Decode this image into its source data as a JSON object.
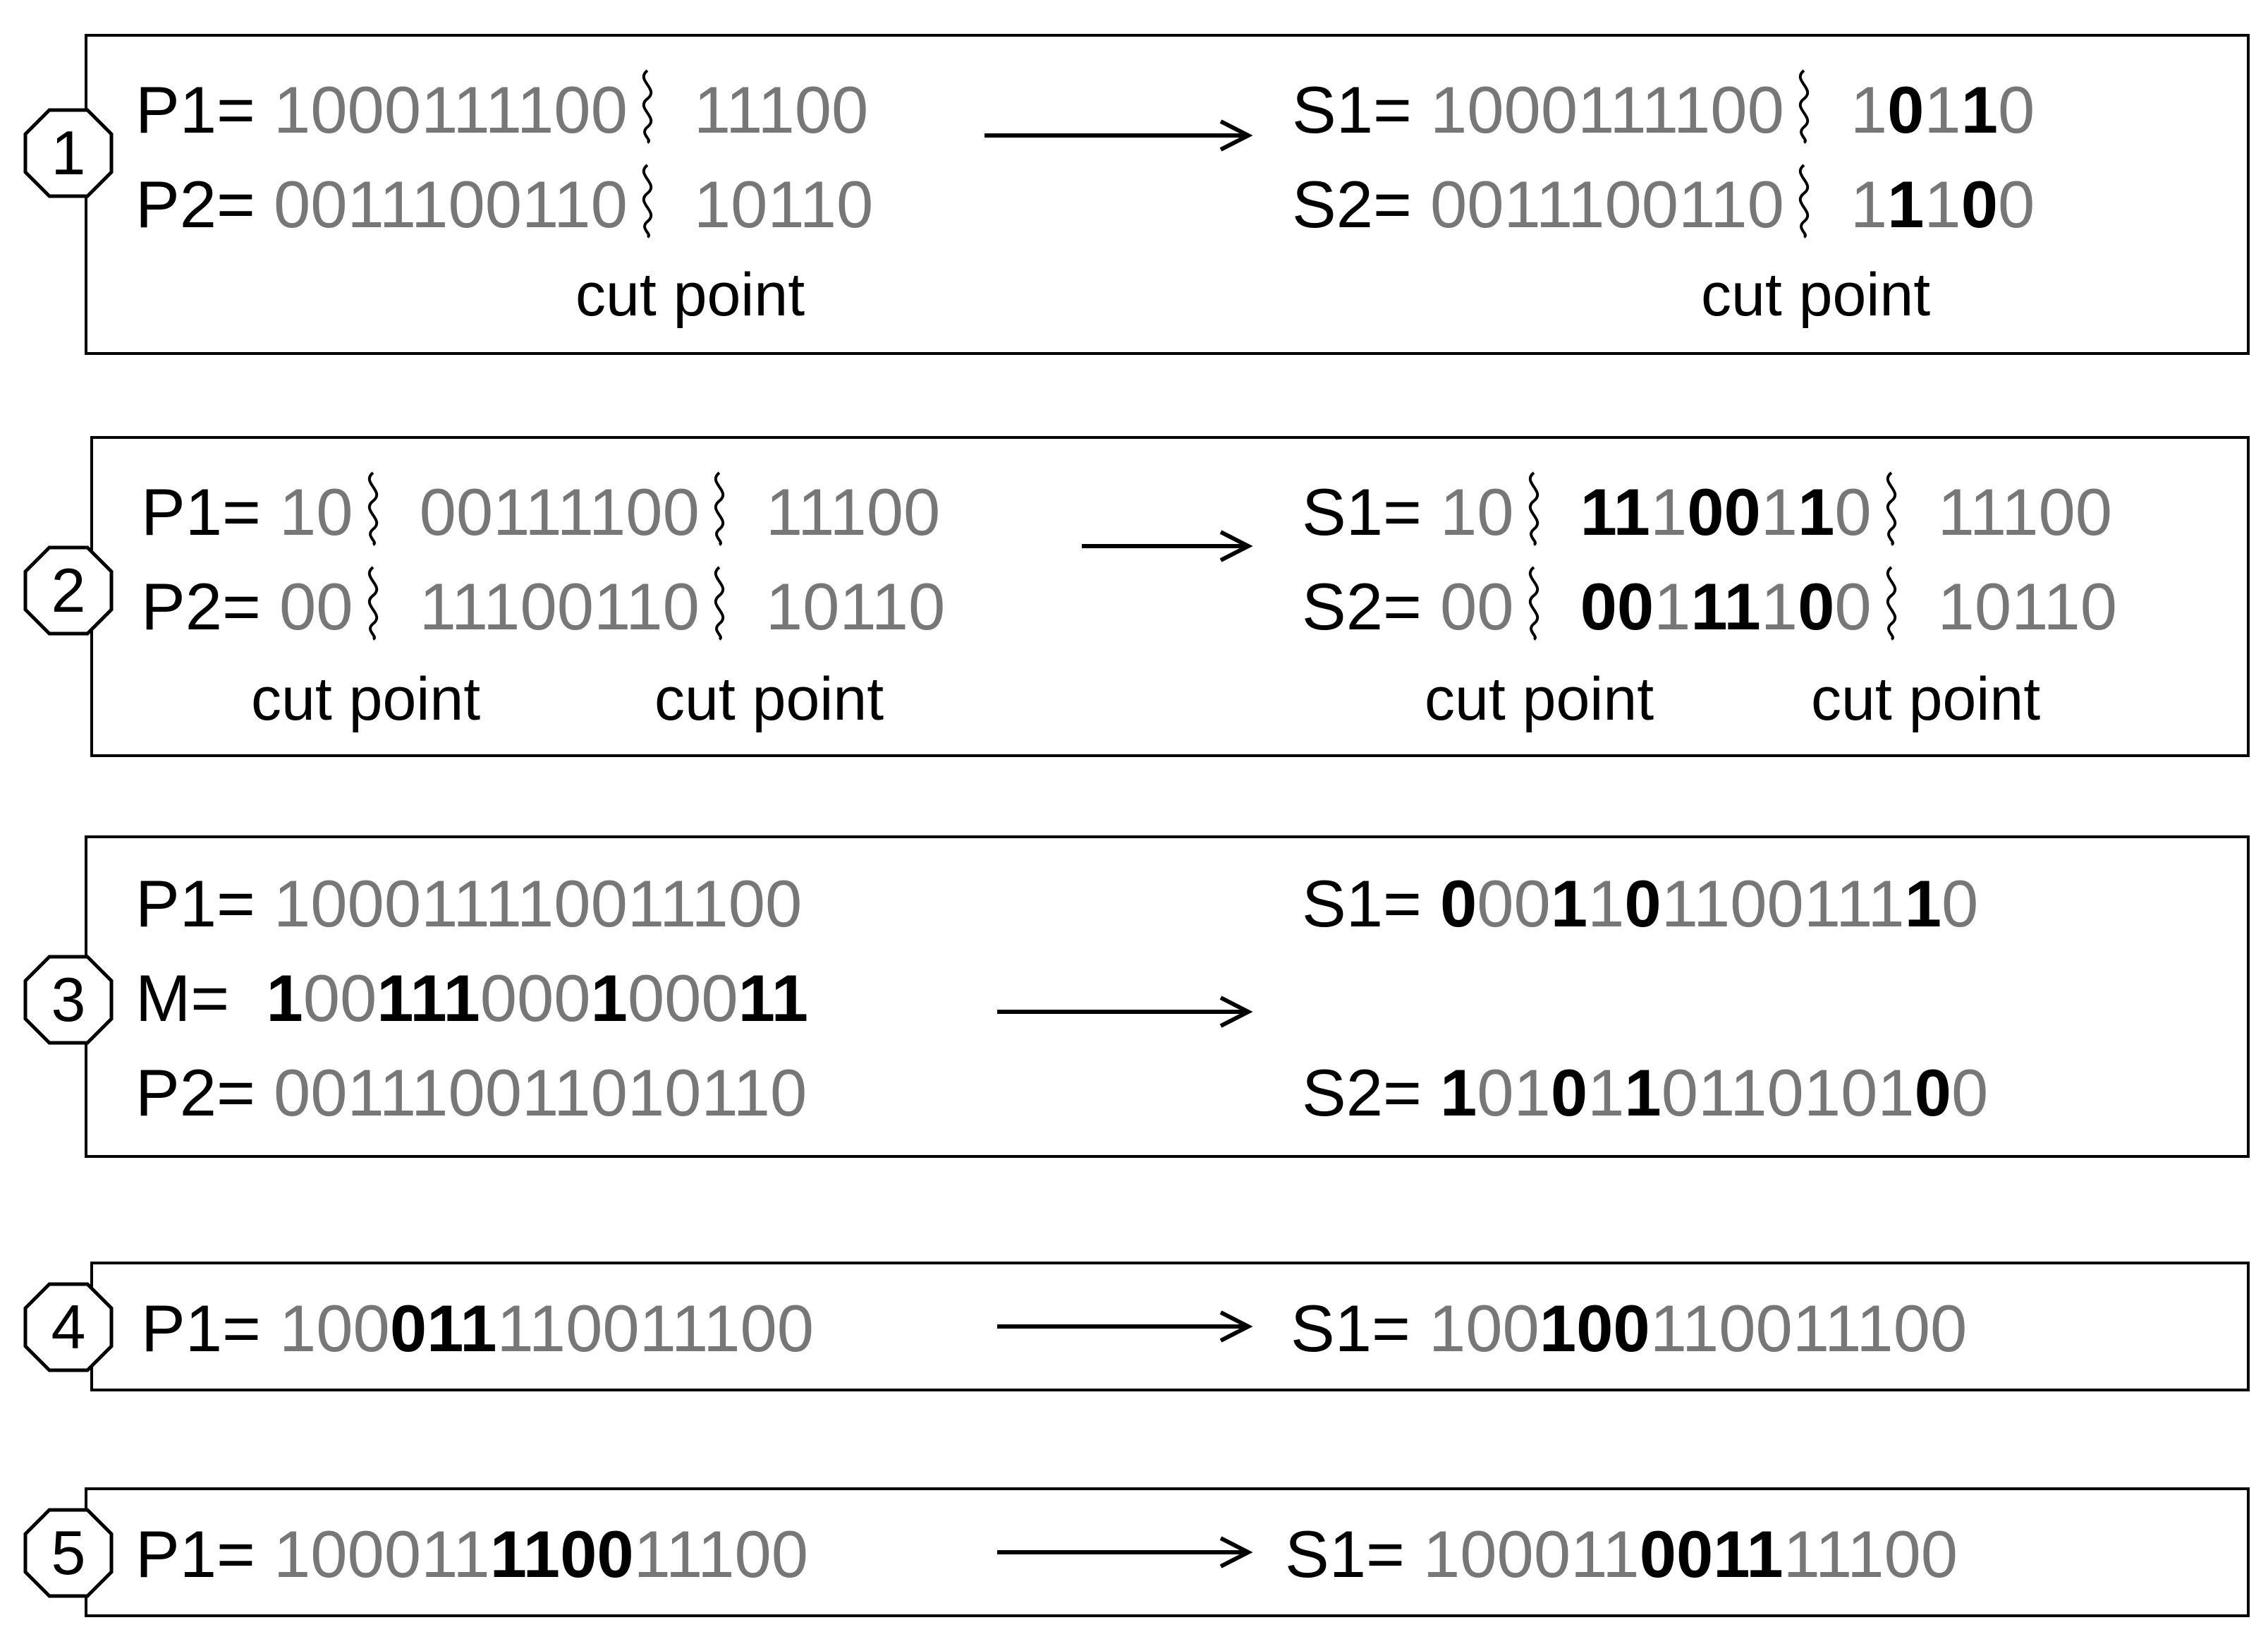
{
  "panels": [
    {
      "badge": "1",
      "left": {
        "rows": [
          {
            "label": "P1= ",
            "parts": [
              {
                "t": "1000111100",
                "s": "g"
              },
              {
                "t": "|",
                "s": "cut"
              },
              {
                "t": "11100",
                "s": "g"
              }
            ]
          },
          {
            "label": "P2= ",
            "parts": [
              {
                "t": "0011100110",
                "s": "g"
              },
              {
                "t": "|",
                "s": "cut"
              },
              {
                "t": "10110",
                "s": "g"
              }
            ]
          }
        ],
        "cut_labels": [
          "cut point"
        ]
      },
      "right": {
        "rows": [
          {
            "label": "S1= ",
            "parts": [
              {
                "t": "1000111100",
                "s": "g"
              },
              {
                "t": "|",
                "s": "cut"
              },
              {
                "t": "1",
                "s": "g"
              },
              {
                "t": "0",
                "s": "b"
              },
              {
                "t": "1",
                "s": "g"
              },
              {
                "t": "1",
                "s": "b"
              },
              {
                "t": "0",
                "s": "g"
              }
            ]
          },
          {
            "label": "S2= ",
            "parts": [
              {
                "t": "0011100110",
                "s": "g"
              },
              {
                "t": "|",
                "s": "cut"
              },
              {
                "t": "1",
                "s": "g"
              },
              {
                "t": "1",
                "s": "b"
              },
              {
                "t": "1",
                "s": "g"
              },
              {
                "t": "0",
                "s": "b"
              },
              {
                "t": "0",
                "s": "g"
              }
            ]
          }
        ],
        "cut_labels": [
          "cut point"
        ]
      }
    },
    {
      "badge": "2",
      "left": {
        "rows": [
          {
            "label": "P1= ",
            "parts": [
              {
                "t": "10",
                "s": "g"
              },
              {
                "t": "|",
                "s": "cut"
              },
              {
                "t": "00111100",
                "s": "g"
              },
              {
                "t": "|",
                "s": "cut"
              },
              {
                "t": "11100",
                "s": "g"
              }
            ]
          },
          {
            "label": "P2= ",
            "parts": [
              {
                "t": "00",
                "s": "g"
              },
              {
                "t": "|",
                "s": "cut"
              },
              {
                "t": "11100110",
                "s": "g"
              },
              {
                "t": "|",
                "s": "cut"
              },
              {
                "t": "10110",
                "s": "g"
              }
            ]
          }
        ],
        "cut_labels": [
          "cut point",
          "cut point"
        ]
      },
      "right": {
        "rows": [
          {
            "label": "S1= ",
            "parts": [
              {
                "t": "10",
                "s": "g"
              },
              {
                "t": "|",
                "s": "cut"
              },
              {
                "t": "11",
                "s": "b"
              },
              {
                "t": "1",
                "s": "g"
              },
              {
                "t": "00",
                "s": "b"
              },
              {
                "t": "1",
                "s": "g"
              },
              {
                "t": "1",
                "s": "b"
              },
              {
                "t": "0",
                "s": "g"
              },
              {
                "t": "|",
                "s": "cut"
              },
              {
                "t": "11100",
                "s": "g"
              }
            ]
          },
          {
            "label": "S2= ",
            "parts": [
              {
                "t": "00",
                "s": "g"
              },
              {
                "t": "|",
                "s": "cut"
              },
              {
                "t": "00",
                "s": "b"
              },
              {
                "t": "1",
                "s": "g"
              },
              {
                "t": "11",
                "s": "b"
              },
              {
                "t": "1",
                "s": "g"
              },
              {
                "t": "0",
                "s": "b"
              },
              {
                "t": "0",
                "s": "g"
              },
              {
                "t": "|",
                "s": "cut"
              },
              {
                "t": "10110",
                "s": "g"
              }
            ]
          }
        ],
        "cut_labels": [
          "cut point",
          "cut point"
        ]
      }
    },
    {
      "badge": "3",
      "left": {
        "rows": [
          {
            "label": "P1= ",
            "parts": [
              {
                "t": "100011110011100",
                "s": "g"
              }
            ]
          },
          {
            "label": "M=  ",
            "parts": [
              {
                "t": "1",
                "s": "b"
              },
              {
                "t": "00",
                "s": "g"
              },
              {
                "t": "111",
                "s": "b"
              },
              {
                "t": "000",
                "s": "g"
              },
              {
                "t": "1",
                "s": "b"
              },
              {
                "t": "000",
                "s": "g"
              },
              {
                "t": "11",
                "s": "b"
              }
            ]
          },
          {
            "label": "P2= ",
            "parts": [
              {
                "t": "001110011010110",
                "s": "g"
              }
            ]
          }
        ],
        "cut_labels": []
      },
      "right": {
        "rows": [
          {
            "label": "S1= ",
            "parts": [
              {
                "t": "0",
                "s": "b"
              },
              {
                "t": "00",
                "s": "g"
              },
              {
                "t": "1",
                "s": "b"
              },
              {
                "t": "1",
                "s": "g"
              },
              {
                "t": "0",
                "s": "b"
              },
              {
                "t": "1100111",
                "s": "g"
              },
              {
                "t": "1",
                "s": "b"
              },
              {
                "t": "0",
                "s": "g"
              }
            ]
          },
          {
            "label": "S2= ",
            "parts": [
              {
                "t": "1",
                "s": "b"
              },
              {
                "t": "01",
                "s": "g"
              },
              {
                "t": "0",
                "s": "b"
              },
              {
                "t": "1",
                "s": "g"
              },
              {
                "t": "1",
                "s": "b"
              },
              {
                "t": "0110101",
                "s": "g"
              },
              {
                "t": "0",
                "s": "b"
              },
              {
                "t": "0",
                "s": "g"
              }
            ]
          }
        ],
        "cut_labels": []
      }
    },
    {
      "badge": "4",
      "left": {
        "rows": [
          {
            "label": "P1= ",
            "parts": [
              {
                "t": "100",
                "s": "g"
              },
              {
                "t": "011",
                "s": "b"
              },
              {
                "t": "110011100",
                "s": "g"
              }
            ]
          }
        ],
        "cut_labels": []
      },
      "right": {
        "rows": [
          {
            "label": "S1= ",
            "parts": [
              {
                "t": "100",
                "s": "g"
              },
              {
                "t": "100",
                "s": "b"
              },
              {
                "t": "110011100",
                "s": "g"
              }
            ]
          }
        ],
        "cut_labels": []
      }
    },
    {
      "badge": "5",
      "left": {
        "rows": [
          {
            "label": "P1= ",
            "parts": [
              {
                "t": "100011",
                "s": "g"
              },
              {
                "t": "1100",
                "s": "b"
              },
              {
                "t": "11100",
                "s": "g"
              }
            ]
          }
        ],
        "cut_labels": []
      },
      "right": {
        "rows": [
          {
            "label": "S1= ",
            "parts": [
              {
                "t": "100011",
                "s": "g"
              },
              {
                "t": "0011",
                "s": "b"
              },
              {
                "t": "11100",
                "s": "g"
              }
            ]
          }
        ],
        "cut_labels": []
      }
    }
  ]
}
